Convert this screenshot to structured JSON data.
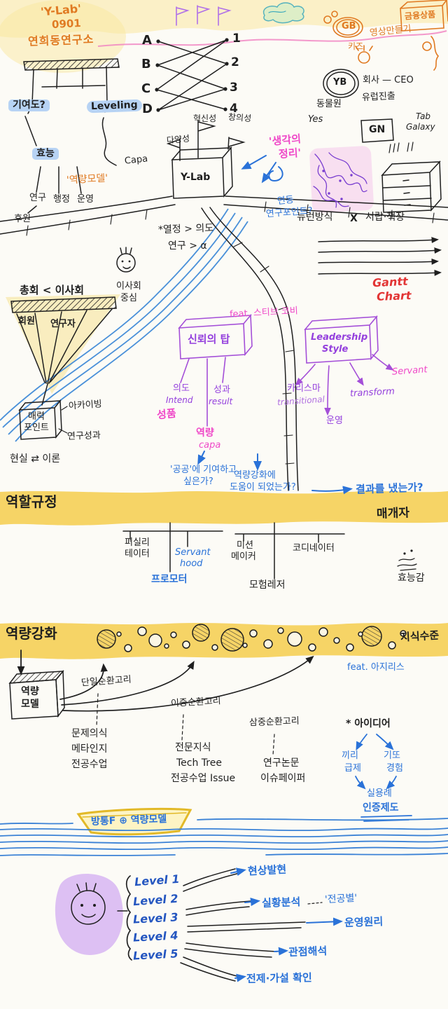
{
  "title": {
    "line1": "'Y-Lab'",
    "line2": "0901",
    "line3": "연희동연구소"
  },
  "matching": {
    "left": [
      "A",
      "B",
      "C",
      "D"
    ],
    "right": [
      "1",
      "2",
      "3",
      "4"
    ]
  },
  "top_right": {
    "finance": "금융상품",
    "gb": "GB",
    "video": "영상만들기",
    "kids": "키즈",
    "yb": "YB",
    "company": "회사 — CEO",
    "zoo": "동물원",
    "europe": "유럽진출",
    "yes": "Yes",
    "gn": "GN",
    "tab": "Tab",
    "galaxy": "Galaxy"
  },
  "org": {
    "contribution": "기여도?",
    "leveling": "Leveling",
    "capa": "Capa",
    "model": "'역량모델'",
    "node": "효능",
    "child1": "연구",
    "child2": "행정",
    "child3": "운영",
    "support": "후원"
  },
  "castle": {
    "flag_left": "다양성",
    "flag_center": "혁신성",
    "flag_right": "창의성",
    "name": "Y-Lab",
    "note1": "*열정 > 의도",
    "note2": "연구 > α"
  },
  "thinking": {
    "organize1": "'생각의",
    "organize2": "정리'",
    "linked": "연동",
    "point": "연구포인트?",
    "neuron": "뉴런방식",
    "x": "X",
    "drawer": "서랍·책장"
  },
  "gantt": {
    "word1": "Gantt",
    "word2": "Chart"
  },
  "board_mtg": {
    "compare": "총회 < 이사회",
    "center1": "이사회",
    "center2": "중심",
    "member": "회원",
    "researcher": "연구자"
  },
  "attraction": {
    "box1": "매력",
    "box2": "포인트",
    "archiving": "아카이빙",
    "output": "연구성과",
    "loop": "현실 ⇄ 이론"
  },
  "trust": {
    "feat": "feat. 스티브 코비",
    "tower": "신뢰의 탑",
    "intent": "의도",
    "intent_en": "Intend",
    "character": "성품",
    "result": "성과",
    "result_en": "result",
    "capa": "역량",
    "capa_en": "capa",
    "q1a": "'공공'에 기여하고",
    "q1b": "싶은가?",
    "q2a": "역량강화에",
    "q2b": "도움이 되었는가?",
    "q3": "결과를 냈는가?"
  },
  "leadership": {
    "word1": "Leadership",
    "word2": "Style",
    "charisma": "카리스마",
    "transitional": "transitional",
    "transform": "transform",
    "servant": "Servant",
    "operation": "운영"
  },
  "roles": {
    "band": "역할규정",
    "mediator": "매개자",
    "fac1": "퍼실리",
    "fac2": "테이터",
    "srv1": "Servant",
    "srv2": "hood",
    "promoter": "프로모터",
    "mis1": "미션",
    "mis2": "메이커",
    "coordinator": "코디네이터",
    "adventure": "모험레저",
    "efficacy": "효능감"
  },
  "strength": {
    "band": "역량강화",
    "knowledge": "지식수준",
    "feat": "feat. 아지리스"
  },
  "loops": {
    "model1": "역량",
    "model2": "모델",
    "single": "단일순환고리",
    "double": "이중순환고리",
    "triple": "삼중순환고리",
    "g1": [
      "문제의식",
      "메타인지",
      "전공수업"
    ],
    "g2": [
      "전문지식",
      "Tech Tree",
      "전공수업 Issue"
    ],
    "g3": [
      "연구논문",
      "이슈페이퍼"
    ],
    "idea": "* 아이디어",
    "a1": "끼리",
    "a2": "급제",
    "b1": "기또",
    "b2": "경험",
    "use": "실용례",
    "cert": "인증제도"
  },
  "boat": {
    "label": "방통F ⊕ 역량모델"
  },
  "levels": {
    "items": [
      "Level 1",
      "Level 2",
      "Level 3",
      "Level 4",
      "Level 5"
    ],
    "out1": "현상발현",
    "out2": "실황분석",
    "out2b": "'전공별'",
    "out3": "운영원리",
    "out4": "관점해석",
    "out5": "전제·가설 확인"
  }
}
